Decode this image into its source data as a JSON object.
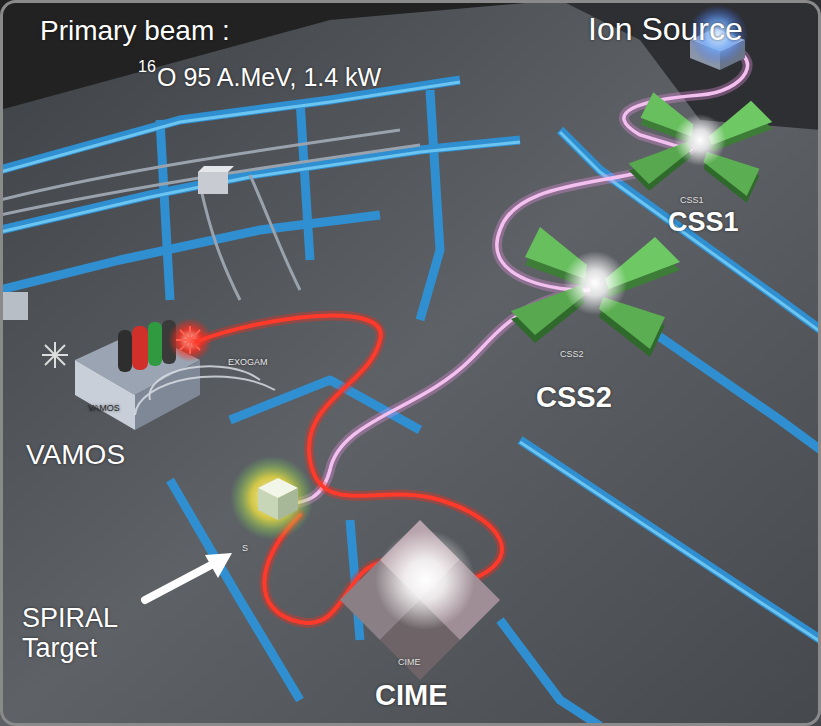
{
  "diagram": {
    "labels": [
      "Primary beam :",
      "16",
      "O 95 A.MeV, 1.4 kW",
      "Ion Source",
      "CSS1",
      "CSS1",
      "CSS2",
      "CSS2",
      "EXOGAM",
      "VAMOS",
      "VAMOS",
      "S",
      "SPIRAL Target",
      "CIME",
      "CIME"
    ]
  }
}
